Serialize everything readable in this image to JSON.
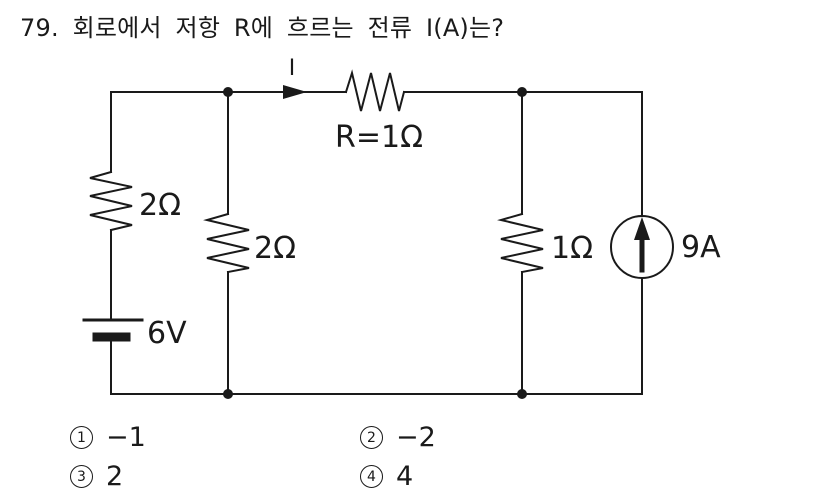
{
  "question": {
    "text": "79. 회로에서 저항 R에 흐르는 전류 I(A)는?"
  },
  "circuit": {
    "current_label": "I",
    "main_resistor_label": "R=1Ω",
    "left_branch_resistor_label": "2Ω",
    "middle_branch_resistor_label": "2Ω",
    "right_branch_resistor_label": "1Ω",
    "battery_label": "6V",
    "current_source_label": "9A"
  },
  "choices": [
    {
      "number": "1",
      "value": "−1"
    },
    {
      "number": "2",
      "value": "−2"
    },
    {
      "number": "3",
      "value": "2"
    },
    {
      "number": "4",
      "value": "4"
    }
  ],
  "colors": {
    "ink": "#1a1a1a",
    "background": "#ffffff"
  }
}
